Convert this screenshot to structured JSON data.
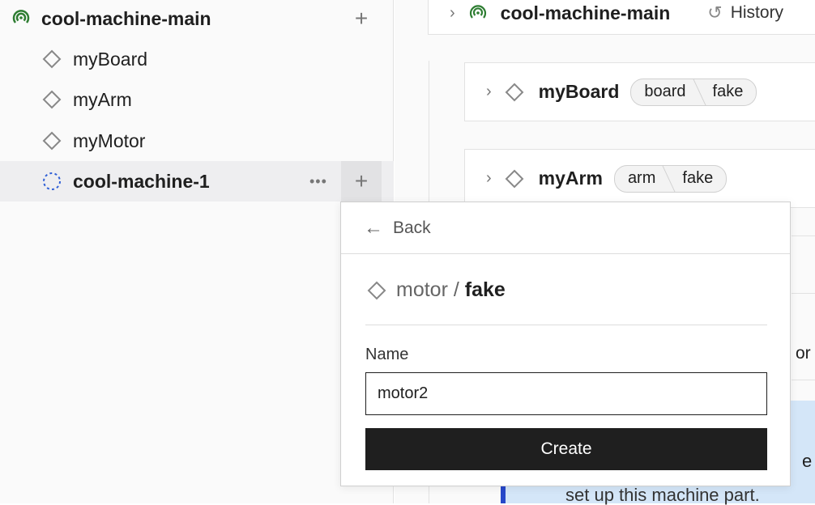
{
  "sidebar": {
    "machine": {
      "name": "cool-machine-main",
      "icon": "signal-icon",
      "status_color": "#2e7d32"
    },
    "items": [
      {
        "label": "myBoard",
        "icon": "diamond-icon"
      },
      {
        "label": "myArm",
        "icon": "diamond-icon"
      },
      {
        "label": "myMotor",
        "icon": "diamond-icon"
      }
    ],
    "part": {
      "label": "cool-machine-1",
      "icon": "dashed-circle-icon",
      "more": "•••"
    },
    "add": "+"
  },
  "main": {
    "header": {
      "name": "cool-machine-main",
      "history": "History"
    },
    "cards": [
      {
        "name": "myBoard",
        "type": "board",
        "model": "fake"
      },
      {
        "name": "myArm",
        "type": "arm",
        "model": "fake"
      }
    ],
    "side_text": "or",
    "info_text": "set up this machine part.",
    "info_text_partial": "e"
  },
  "popover": {
    "back": "Back",
    "type": "motor",
    "slash": "/",
    "model": "fake",
    "name_label": "Name",
    "name_value": "motor2",
    "create": "Create"
  }
}
